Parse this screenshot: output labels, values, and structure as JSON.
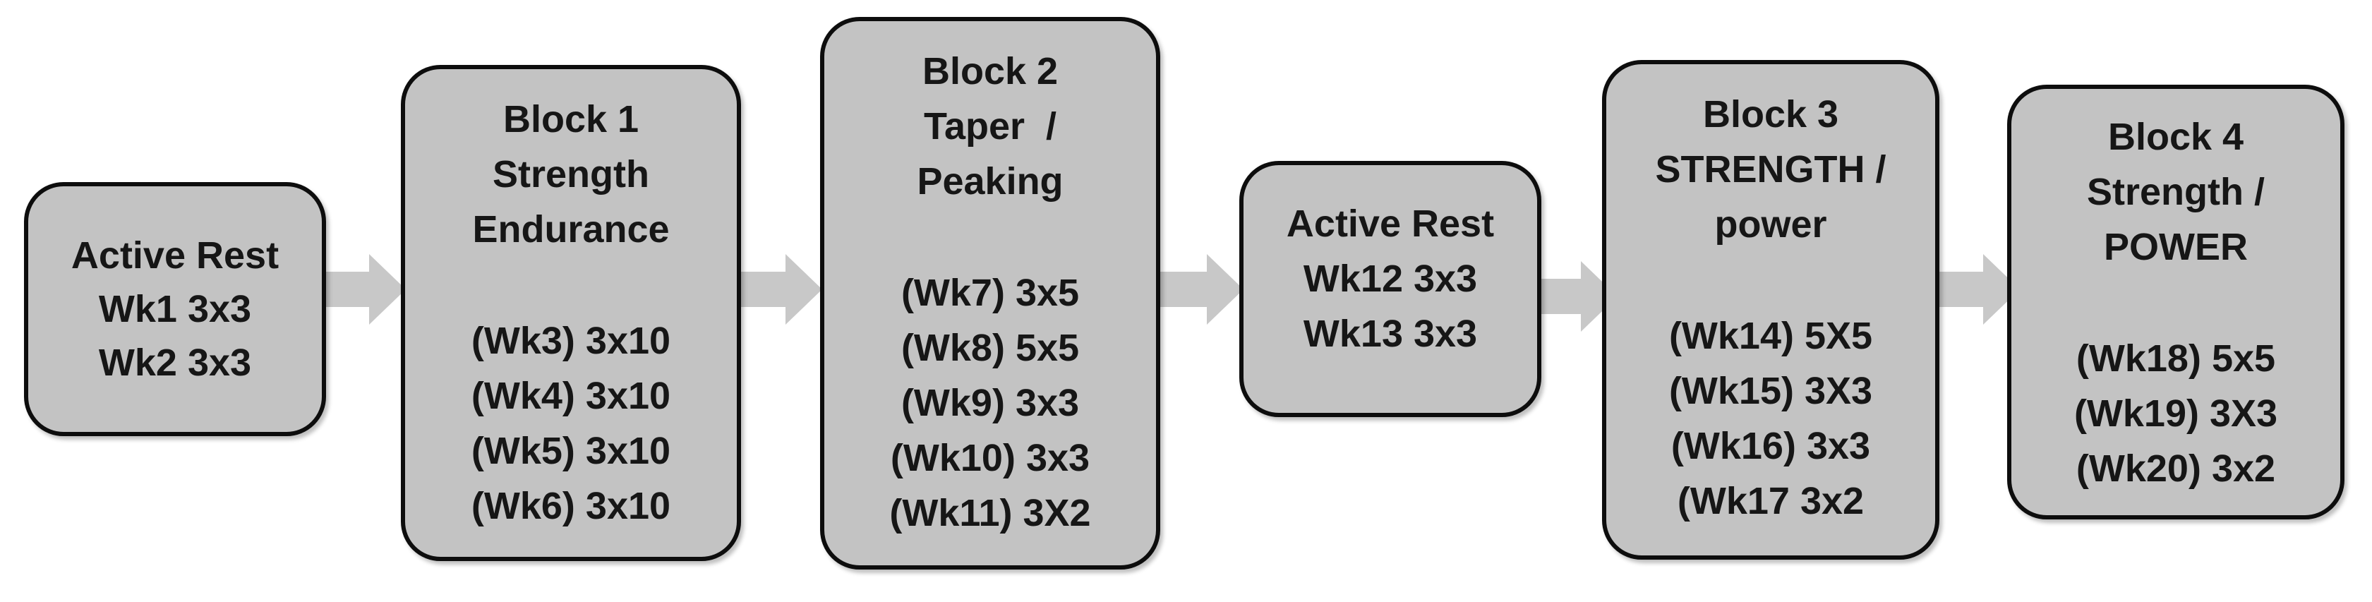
{
  "colors": {
    "box_fill": "#c3c3c3",
    "box_border": "#0d0d0d",
    "arrow_fill": "#c8c8c8",
    "text": "#161616"
  },
  "arrow_icon": "right-arrow-icon",
  "phases": [
    {
      "id": "active-rest-1",
      "lines": [
        "Active Rest",
        "Wk1 3x3",
        "Wk2 3x3"
      ]
    },
    {
      "id": "block-1",
      "lines": [
        "Block 1",
        "Strength",
        "Endurance",
        "",
        "(Wk3) 3x10",
        "(Wk4) 3x10",
        "(Wk5) 3x10",
        "(Wk6) 3x10"
      ]
    },
    {
      "id": "block-2",
      "lines": [
        "Block 2",
        "Taper  /",
        "Peaking",
        "",
        "(Wk7) 3x5",
        "(Wk8) 5x5",
        "(Wk9) 3x3",
        "(Wk10) 3x3",
        "(Wk11) 3X2"
      ]
    },
    {
      "id": "active-rest-2",
      "lines": [
        "Active Rest",
        "Wk12 3x3",
        "Wk13 3x3"
      ]
    },
    {
      "id": "block-3",
      "lines": [
        "Block 3",
        "STRENGTH /",
        "power",
        "",
        "(Wk14) 5X5",
        "(Wk15) 3X3",
        "(Wk16) 3x3",
        "(Wk17 3x2"
      ]
    },
    {
      "id": "block-4",
      "lines": [
        "Block 4",
        "Strength /",
        "POWER",
        "",
        "(Wk18) 5x5",
        "(Wk19) 3X3",
        "(Wk20) 3x2"
      ]
    }
  ]
}
